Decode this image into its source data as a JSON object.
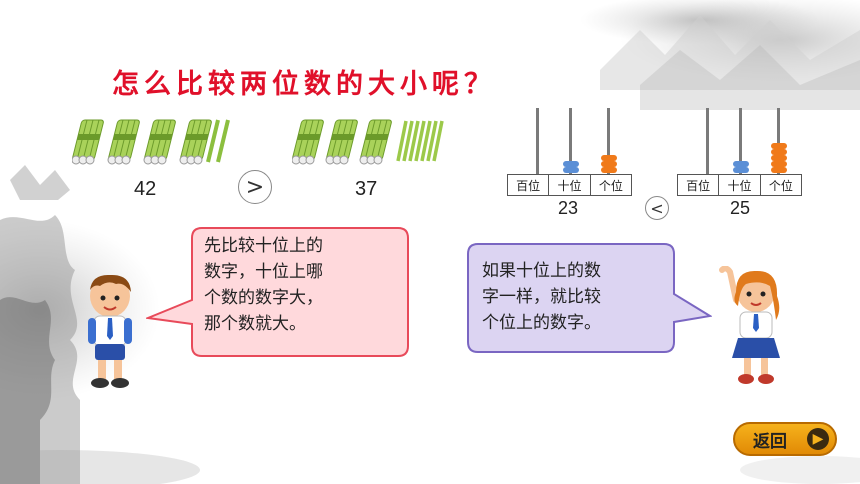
{
  "title": "怎么比较两位数的大小呢？",
  "sticks": {
    "left_number": "42",
    "right_number": "37",
    "compare_symbol": ">"
  },
  "abacus": {
    "place_labels": [
      "百位",
      "十位",
      "个位"
    ],
    "left": {
      "number": "23",
      "tens": 2,
      "ones": 3
    },
    "right": {
      "number": "25",
      "tens": 2,
      "ones": 5
    },
    "compare_symbol": "<"
  },
  "bubble_boy": {
    "lines": [
      "先比较十位上的",
      "数字，十位上哪",
      "个数的数字大，",
      "那个数就大。"
    ]
  },
  "bubble_girl": {
    "lines": [
      "如果十位上的数",
      "字一样，就比较",
      "个位上的数字。"
    ]
  },
  "back_button": {
    "label": "返回"
  },
  "colors": {
    "title": "#e0102a",
    "tens_bead": "#5b8fd6",
    "ones_bead": "#f07a1a",
    "stick": "#a9d25a",
    "bubble_boy_fill": "#ffd9dc",
    "bubble_girl_fill": "#dcd4f2"
  }
}
